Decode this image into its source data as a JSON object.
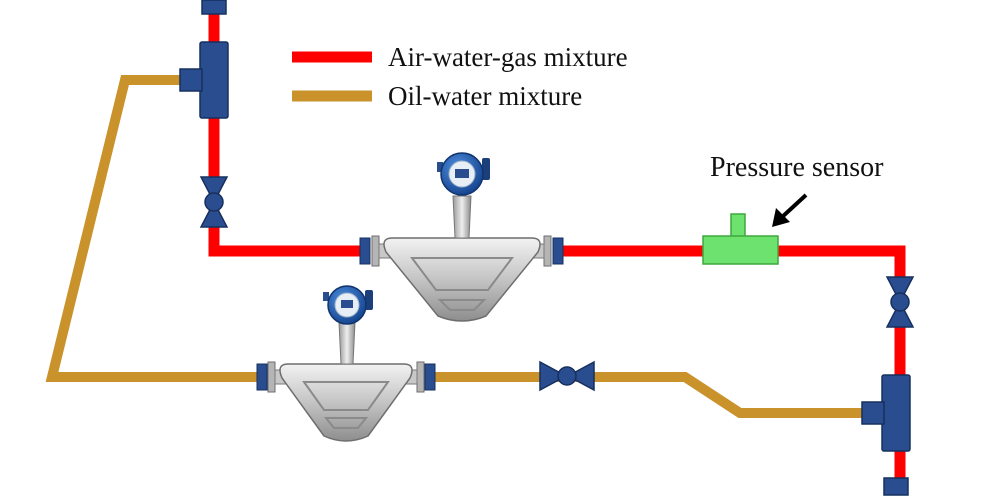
{
  "legend": {
    "items": [
      {
        "label": "Air-water-gas mixture",
        "color": "#ff0000"
      },
      {
        "label": "Oil-water mixture",
        "color": "#c9922a"
      }
    ]
  },
  "annotations": {
    "pressure_sensor": "Pressure sensor"
  },
  "colors": {
    "air_water_gas_pipe": "#ff0000",
    "oil_water_pipe": "#c9922a",
    "fitting": "#2a4d8f",
    "fitting_edge": "#16305f",
    "pressure_sensor": "#6ee26e",
    "flowmeter_body": "#c9c9c9"
  },
  "icons": [
    "flowmeter-icon",
    "valve-icon",
    "tee-fitting-icon",
    "pressure-sensor-icon",
    "arrow-icon"
  ]
}
